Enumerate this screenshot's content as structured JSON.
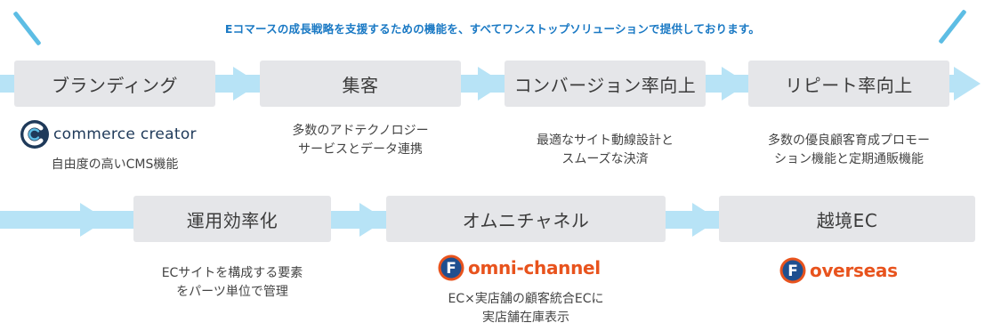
{
  "headline": "Eコマースの成長戦略を支援するための機能を、すべてワンストップソリューションで提供しております。",
  "row1": {
    "stages": [
      "ブランディング",
      "集客",
      "コンバージョン率向上",
      "リピート率向上"
    ],
    "descriptions": [
      [
        "自由度の高いCMS機能"
      ],
      [
        "多数のアドテクノロジー",
        "サービスとデータ連携"
      ],
      [
        "最適なサイト動線設計と",
        "スムーズな決済"
      ],
      [
        "多数の優良顧客育成プロモー",
        "ション機能と定期通販機能"
      ]
    ]
  },
  "row2": {
    "stages": [
      "運用効率化",
      "オムニチャネル",
      "越境EC"
    ],
    "descriptions": [
      [
        "ECサイトを構成する要素",
        "をパーツ単位で管理"
      ],
      [
        "EC×実店舗の顧客統合ECに",
        "実店舗在庫表示"
      ]
    ]
  },
  "logos": {
    "commerce_creator": "commerce creator",
    "omni_channel": "omni-channel",
    "overseas": "overseas",
    "f_letter": "F"
  },
  "colors": {
    "headline": "#1a79c4",
    "arrow": "#b7e3f6",
    "stage_bg": "#e5e6e9",
    "brand_orange": "#e8531d",
    "cc_navy": "#1f3a5a",
    "cc_blue": "#5dbde4"
  }
}
